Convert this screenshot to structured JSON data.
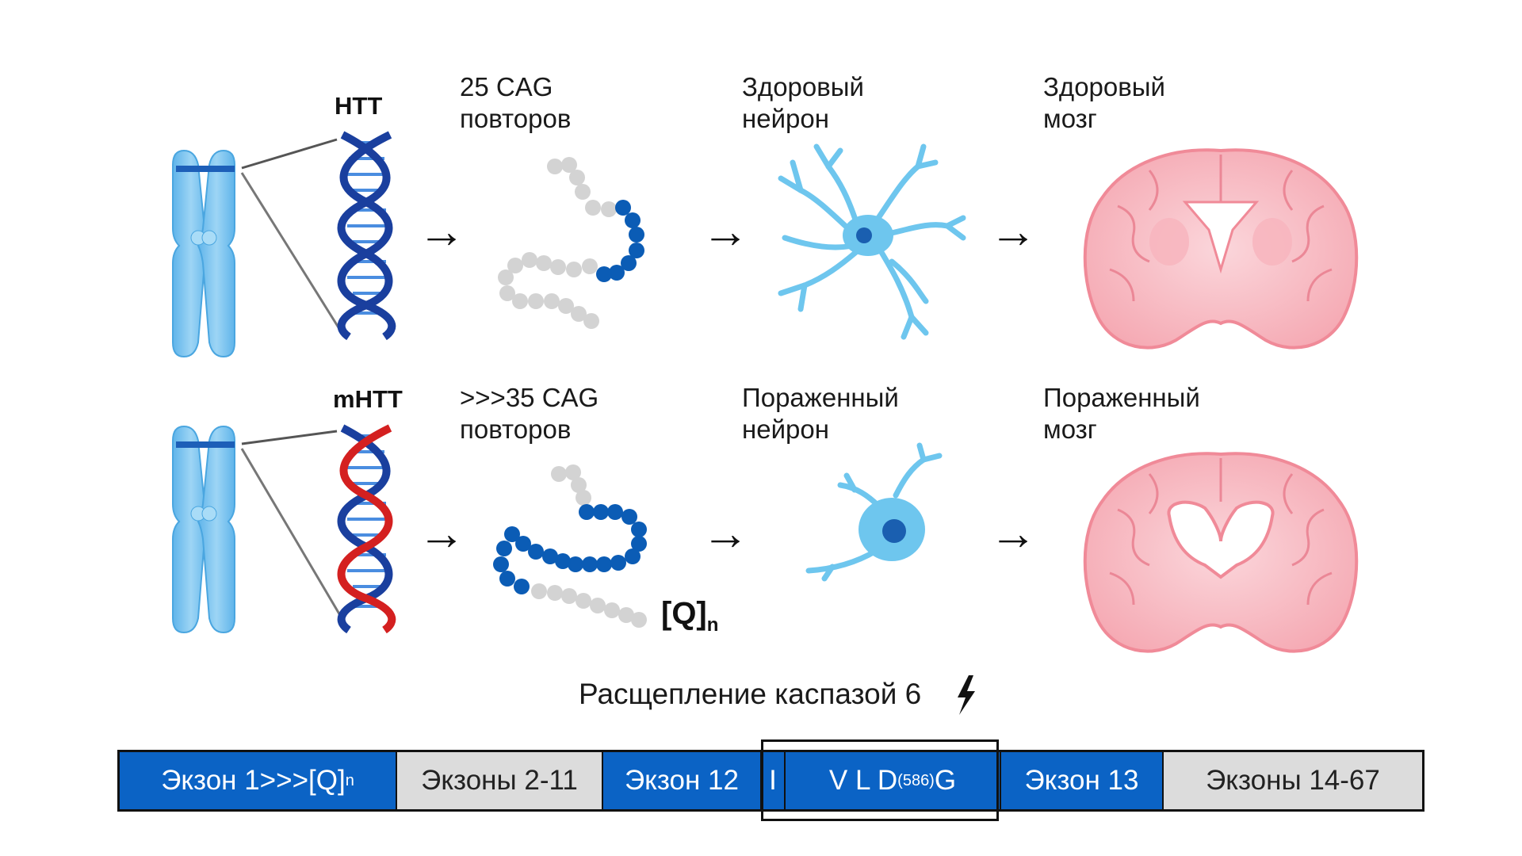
{
  "rows": [
    {
      "gene": "HTT",
      "repeats_label": "25 CAG\nповторов",
      "neuron_label": "Здоровый\nнейрон",
      "brain_label": "Здоровый\nмозг"
    },
    {
      "gene": "mHTT",
      "repeats_label": ">>>35 CAG\nповторов",
      "neuron_label": "Пораженный\nнейрон",
      "brain_label": "Пораженный\nмозг"
    }
  ],
  "polyq_label": "[Q]",
  "polyq_sub": "n",
  "arrow_glyph": "→",
  "caspase_label": "Расщепление каспазой 6",
  "protein": {
    "exon1": "Экзон 1>>>[Q]",
    "exon1_sub": "n",
    "exons_2_11": "Экзоны 2-11",
    "exon12": "Экзон 12",
    "divider": "I",
    "site_pre": "V L D",
    "site_sub": "(586)",
    "site_post": " G",
    "exon13": "Экзон 13",
    "exons_14_67": "Экзоны 14-67"
  },
  "colors": {
    "chromosome": "#7cc3ef",
    "dna_blue": "#1a3f9e",
    "dna_red": "#d42020",
    "bead_blue": "#0b5cb5",
    "bead_grey": "#d3d3d3",
    "neuron": "#6ec6ee",
    "brain": "#f4a6b0",
    "segment_blue": "#0b63c5",
    "segment_grey": "#dcdcdc"
  },
  "icons": [
    "chromosome-icon",
    "dna-helix-icon",
    "protein-chain-icon",
    "neuron-icon",
    "brain-icon",
    "lightning-icon"
  ]
}
